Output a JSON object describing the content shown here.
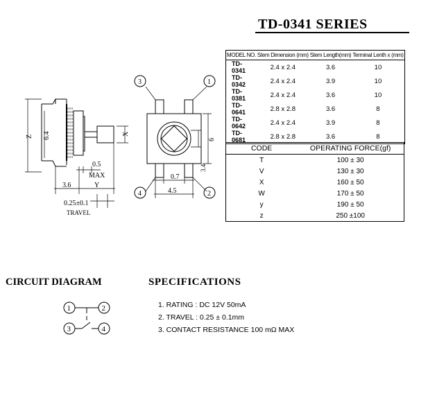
{
  "title": "TD-0341 SERIES",
  "model_table": {
    "headers": [
      "MODEL NO.",
      "Stem Dimension (mm)",
      "Stem Length(mm)",
      "Terminal Lenth x (mm)"
    ],
    "rows": [
      [
        "TD-0341",
        "2.4 x 2.4",
        "3.6",
        "10"
      ],
      [
        "TD-0342",
        "2.4 x 2.4",
        "3.9",
        "10"
      ],
      [
        "TD-0381",
        "2.4 x 2.4",
        "3.6",
        "10"
      ],
      [
        "TD-0641",
        "2.8 x 2.8",
        "3.6",
        "8"
      ],
      [
        "TD-0642",
        "2.4 x 2.4",
        "3.9",
        "8"
      ],
      [
        "TD-0681",
        "2.8 x 2.8",
        "3.6",
        "8"
      ]
    ]
  },
  "force_table": {
    "headers": [
      "CODE",
      "OPERATING FORCE(gf)"
    ],
    "rows": [
      [
        "T",
        "100 ± 30"
      ],
      [
        "V",
        "130 ± 30"
      ],
      [
        "X",
        "160 ± 50"
      ],
      [
        "W",
        "170 ± 50"
      ],
      [
        "y",
        "190 ± 50"
      ],
      [
        "z",
        "250 ±100"
      ]
    ]
  },
  "side_view": {
    "dim_height_outer": "Z",
    "dim_height_inner": "6.4",
    "dim_stem": "X",
    "dim_gap": "0.5",
    "dim_gap_note": "MAX",
    "dim_base": "3.6",
    "dim_stem_len": "Y",
    "travel_value": "0.25±0.1",
    "travel_label": "TRAVEL"
  },
  "top_view": {
    "terminals": [
      "1",
      "2",
      "3",
      "4"
    ],
    "dim_pitch_small": "0.7",
    "dim_pitch": "4.5",
    "dim_body": "6",
    "dim_dia": "3.4"
  },
  "circuit": {
    "heading": "CIRCUIT DIAGRAM",
    "terminals": [
      "1",
      "2",
      "3",
      "4"
    ]
  },
  "specifications": {
    "heading": "SPECIFICATIONS",
    "items": [
      "1. RATING : DC 12V  50mA",
      "2. TRAVEL : 0.25 ± 0.1mm",
      "3. CONTACT RESISTANCE 100 mΩ MAX"
    ]
  }
}
